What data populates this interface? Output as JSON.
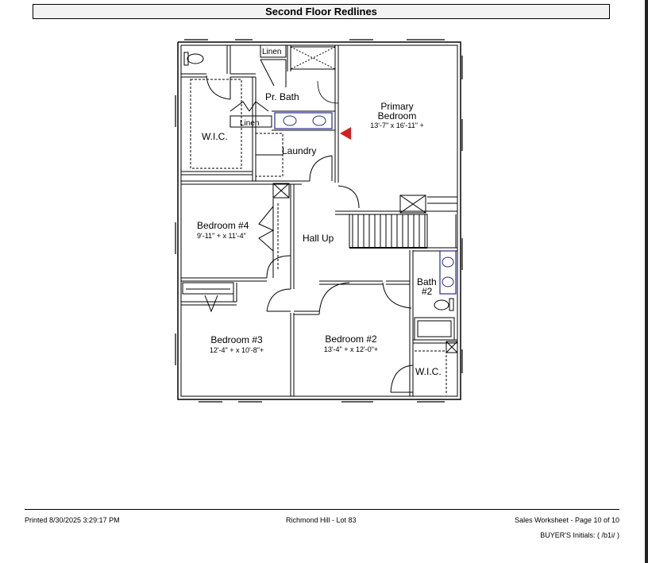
{
  "page": {
    "title": "Second Floor Redlines",
    "accent_color": "#d42020",
    "fixture_color": "#2a2a8a"
  },
  "plan": {
    "rooms": {
      "linen_top": "Linen",
      "pr_bath": "Pr. Bath",
      "linen_bottom": "Linen",
      "wic_left": "W.I.C.",
      "laundry": "Laundry",
      "primary_line1": "Primary",
      "primary_line2": "Bedroom",
      "primary_dims": "13'-7\" x 16'-11\" +",
      "bed4_name": "Bedroom #4",
      "bed4_dims": "9'-11\" + x 11'-4\"",
      "hall": "Hall Up",
      "bath2_line1": "Bath",
      "bath2_line2": "#2",
      "bed3_name": "Bedroom #3",
      "bed3_dims": "12'-4\" + x 10'-8\"+",
      "bed2_name": "Bedroom #2",
      "bed2_dims": "13'-4\" + x 12'-0\"+",
      "wic_right": "W.I.C."
    },
    "marker_icon": "red-redline-triangle-icon"
  },
  "footer": {
    "printed": "Printed 8/30/2025 3:29:17 PM",
    "project": "Richmond Hill - Lot 83",
    "sheet": "Sales Worksheet - Page 10 of 10",
    "initials": "BUYER'S Initials: ( /b1i/ )"
  }
}
